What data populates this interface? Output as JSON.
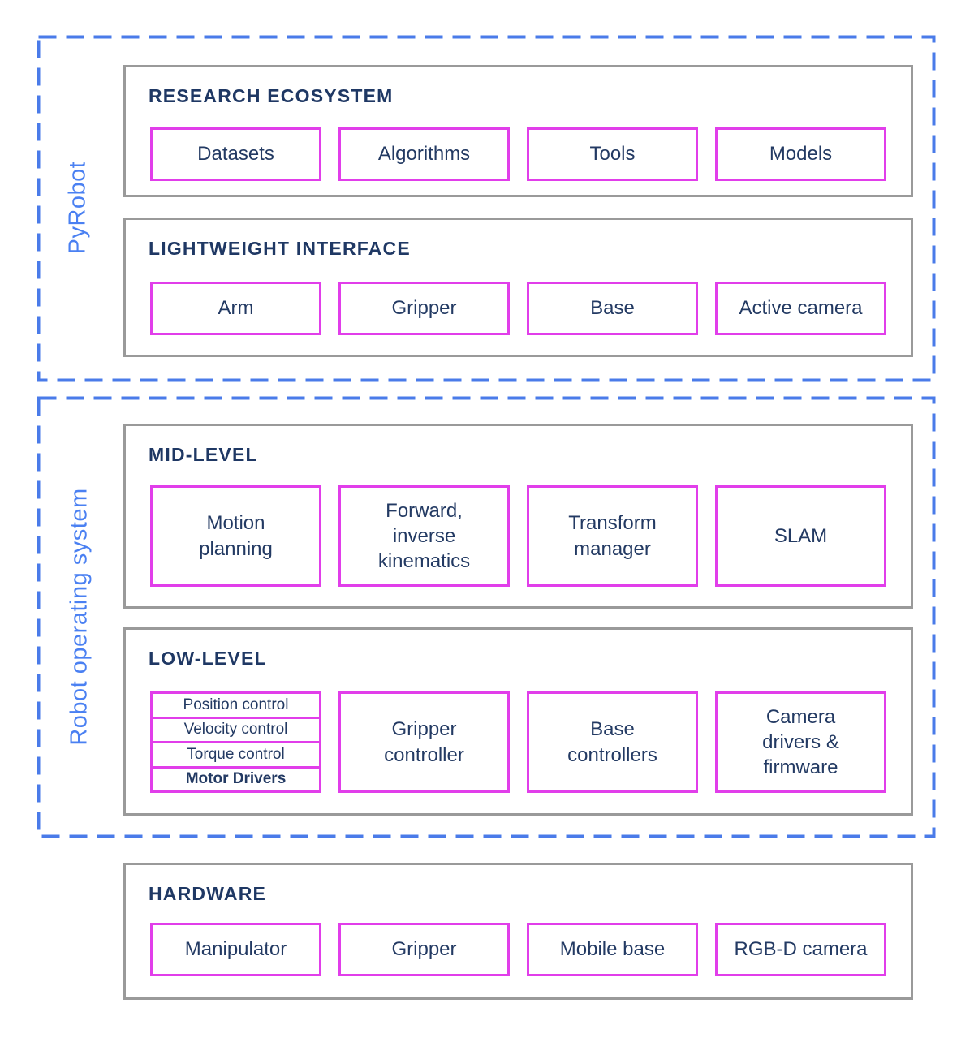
{
  "colors": {
    "dashed_border_blue": "#4a7be9",
    "group_label_blue": "#4a80f2",
    "item_border_magenta": "#e13eea",
    "section_border_gray": "#9a9a9a",
    "text_navy": "#1f3864"
  },
  "diagram": {
    "groups": [
      {
        "label": "PyRobot",
        "sections": [
          {
            "title": "RESEARCH ECOSYSTEM",
            "items": [
              "Datasets",
              "Algorithms",
              "Tools",
              "Models"
            ]
          },
          {
            "title": "LIGHTWEIGHT INTERFACE",
            "items": [
              "Arm",
              "Gripper",
              "Base",
              "Active camera"
            ]
          }
        ]
      },
      {
        "label": "Robot operating system",
        "sections": [
          {
            "title": "MID-LEVEL",
            "items": [
              "Motion\nplanning",
              "Forward,\ninverse\nkinematics",
              "Transform\nmanager",
              "SLAM"
            ]
          },
          {
            "title": "LOW-LEVEL",
            "stack": [
              "Position control",
              "Velocity control",
              "Torque control",
              "Motor Drivers"
            ],
            "items": [
              "Gripper\ncontroller",
              "Base\ncontrollers",
              "Camera\ndrivers &\nfirmware"
            ]
          }
        ]
      }
    ],
    "hardware": {
      "title": "HARDWARE",
      "items": [
        "Manipulator",
        "Gripper",
        "Mobile base",
        "RGB-D camera"
      ]
    }
  }
}
